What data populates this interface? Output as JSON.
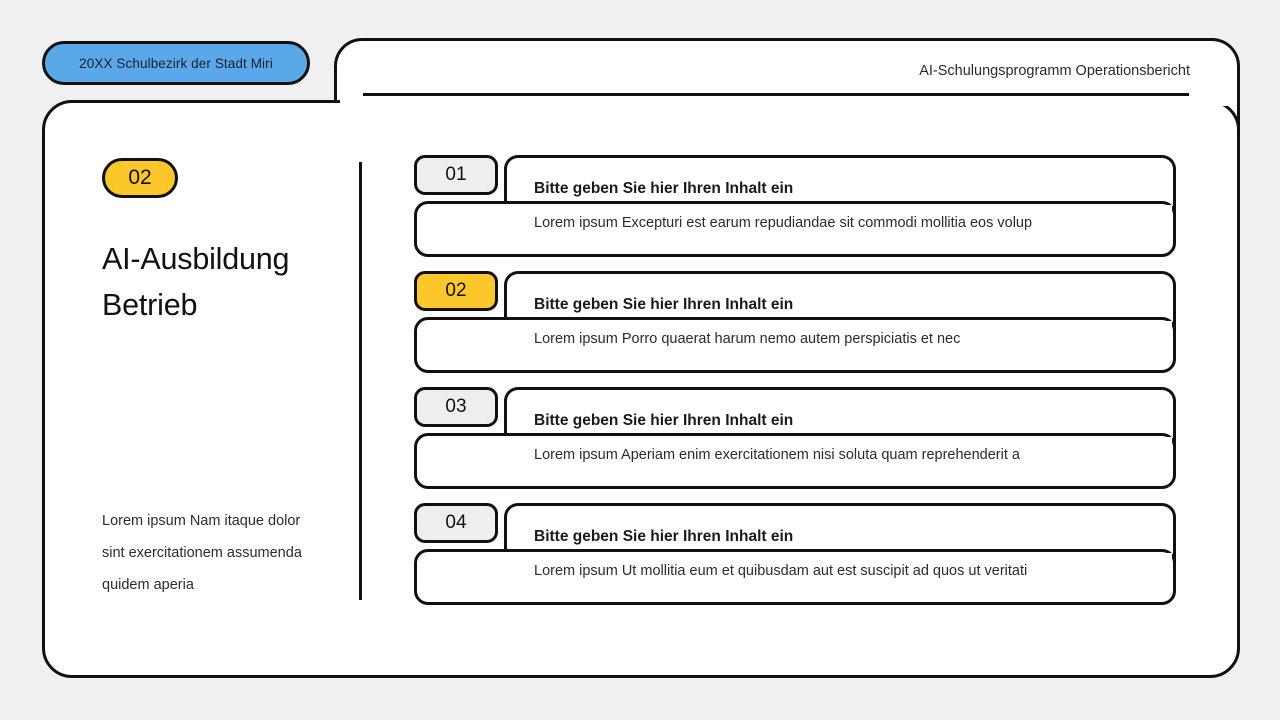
{
  "tab": {
    "label": "20XX Schulbezirk der Stadt Miri"
  },
  "header": {
    "title": "AI-Schulungsprogramm Operationsbericht"
  },
  "left": {
    "badge": "02",
    "title": "AI-Ausbildung Betrieb",
    "description": "Lorem ipsum Nam itaque dolor sint exercitationem assumenda quidem aperia"
  },
  "cards": [
    {
      "number": "01",
      "active": false,
      "heading": "Bitte geben Sie hier Ihren Inhalt ein",
      "text": "Lorem ipsum Excepturi est earum repudiandae sit commodi mollitia eos volup"
    },
    {
      "number": "02",
      "active": true,
      "heading": "Bitte geben Sie hier Ihren Inhalt ein",
      "text": "Lorem ipsum Porro quaerat harum nemo autem perspiciatis et nec"
    },
    {
      "number": "03",
      "active": false,
      "heading": "Bitte geben Sie hier Ihren Inhalt ein",
      "text": "Lorem ipsum Aperiam enim exercitationem nisi soluta quam reprehenderit a"
    },
    {
      "number": "04",
      "active": false,
      "heading": "Bitte geben Sie hier Ihren Inhalt ein",
      "text": "Lorem ipsum Ut mollitia eum et quibusdam aut est suscipit ad quos ut veritati"
    }
  ],
  "colors": {
    "accent_yellow": "#fbc72b",
    "tab_blue": "#5aa7ea",
    "outline": "#111111",
    "badge_grey": "#eeeeee",
    "page_bg": "#f0f0f0"
  }
}
